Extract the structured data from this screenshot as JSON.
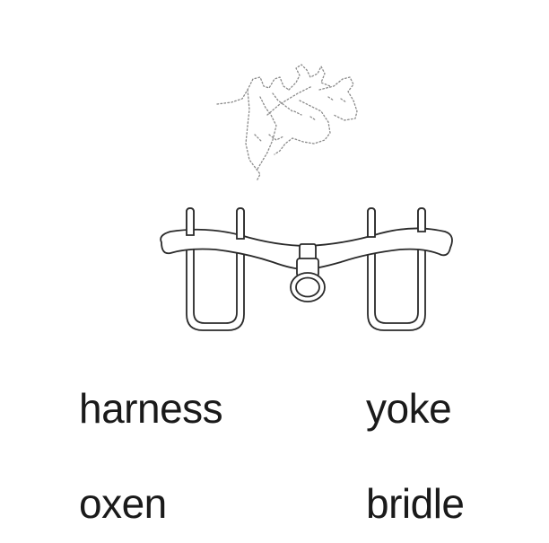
{
  "illustration": {
    "subject": "yoke-drawing",
    "background_sketch": "oxen-heads-dotted-sketch",
    "line_color": "#2a2a2a",
    "sketch_color": "#8a8a8a"
  },
  "choices": [
    {
      "label": "harness"
    },
    {
      "label": "yoke"
    },
    {
      "label": "oxen"
    },
    {
      "label": "bridle"
    }
  ]
}
